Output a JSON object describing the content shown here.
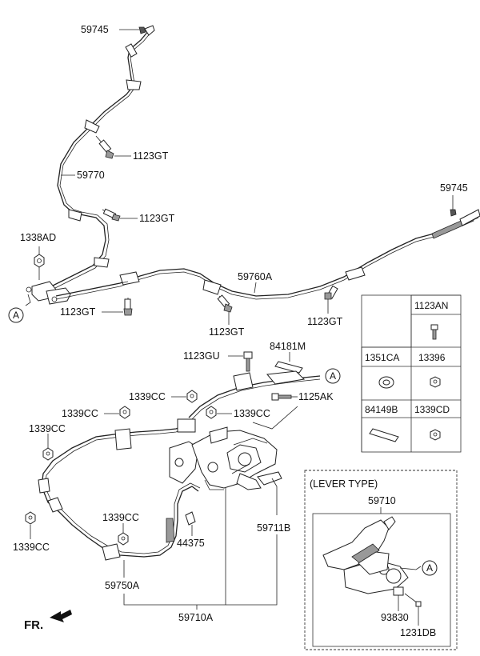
{
  "parts": {
    "p59745_top": "59745",
    "p1123GT_a": "1123GT",
    "p59770": "59770",
    "p1123GT_b": "1123GT",
    "p59745_right": "59745",
    "p1338AD": "1338AD",
    "p59760A": "59760A",
    "p1123GT_c": "1123GT",
    "p1123GT_d": "1123GT",
    "p1123GT_e": "1123GT",
    "p1123GU": "1123GU",
    "p84181M": "84181M",
    "p1339CC_a": "1339CC",
    "p1125AK": "1125AK",
    "p1339CC_b": "1339CC",
    "p1339CC_c": "1339CC",
    "p1339CC_d": "1339CC",
    "p1339CC_e": "1339CC",
    "p1339CC_f": "1339CC",
    "p59711B": "59711B",
    "p44375": "44375",
    "p59750A": "59750A",
    "p59710A": "59710A",
    "p59710": "59710",
    "p93830": "93830",
    "p1231DB": "1231DB"
  },
  "refs": {
    "a_left": "A",
    "a_right": "A",
    "a_lever": "A"
  },
  "legend_table": {
    "r1": "1123AN",
    "r2_left": "1351CA",
    "r2_right": "13396",
    "r3_left": "84149B",
    "r3_right": "1339CD"
  },
  "lever_box": {
    "title": "(LEVER TYPE)"
  },
  "direction": {
    "label": "FR."
  }
}
